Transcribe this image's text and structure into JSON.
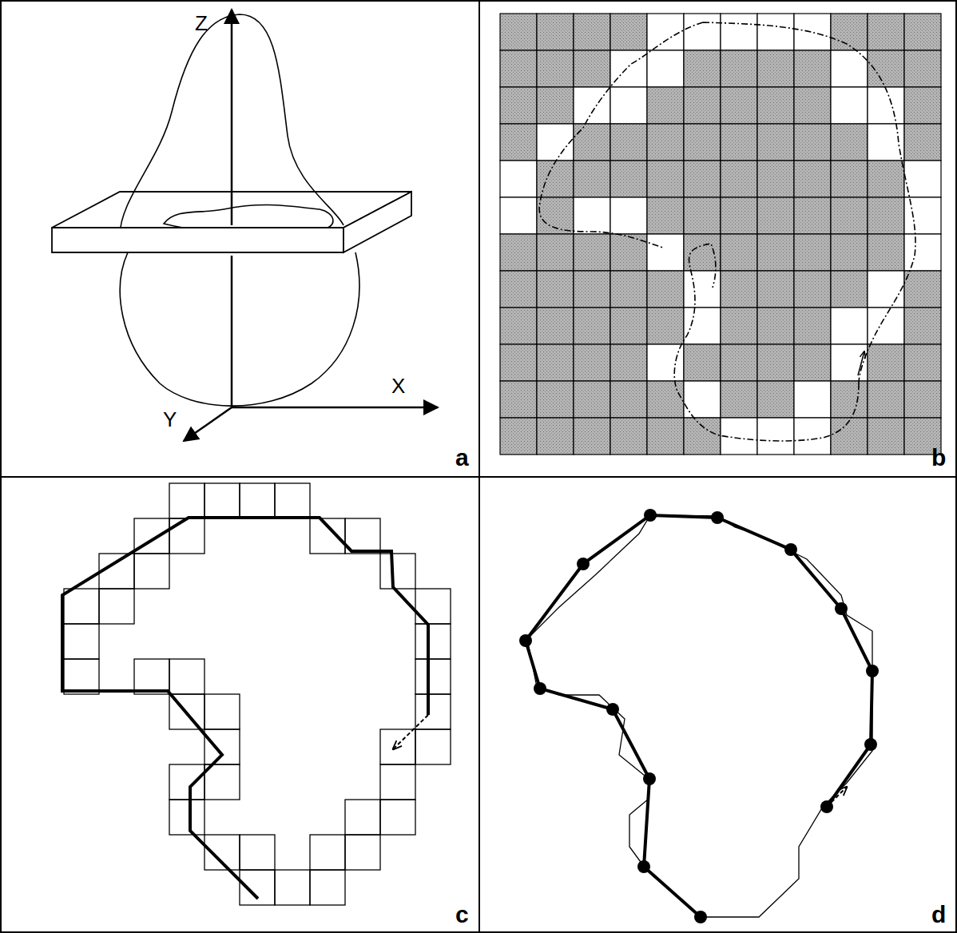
{
  "diagram": {
    "labels": [
      "Z",
      "X",
      "Y",
      "a",
      "b",
      "c",
      "d"
    ]
  }
}
